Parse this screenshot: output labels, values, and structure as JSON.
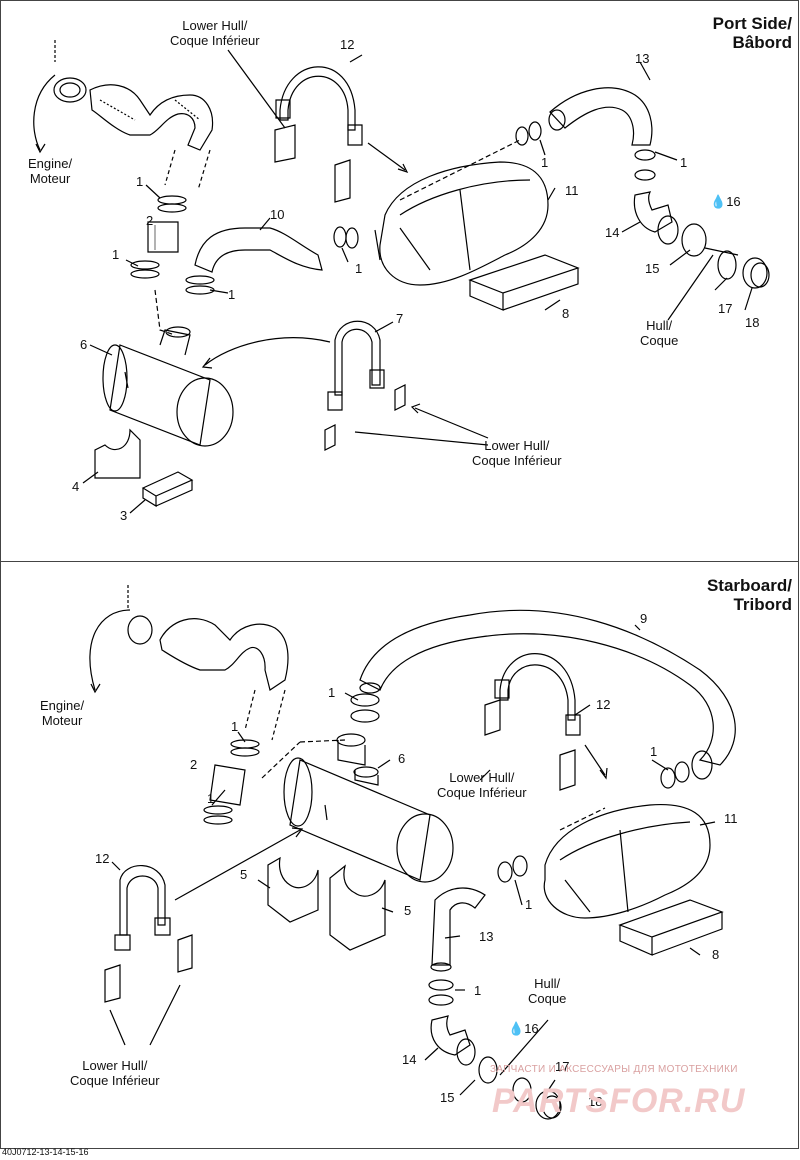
{
  "top_panel": {
    "heading_line1": "Port Side/",
    "heading_line2": "Bâbord",
    "labels": {
      "engine_line1": "Engine/",
      "engine_line2": "Moteur",
      "lower_hull_a_line1": "Lower Hull/",
      "lower_hull_a_line2": "Coque Inférieur",
      "lower_hull_b_line1": "Lower Hull/",
      "lower_hull_b_line2": "Coque Inférieur",
      "hull_line1": "Hull/",
      "hull_line2": "Coque"
    },
    "callouts": {
      "n12": "12",
      "n13": "13",
      "n1a": "1",
      "n1b": "1",
      "n1c": "1",
      "n1d": "1",
      "n1e": "1",
      "n16": "16",
      "n11": "11",
      "n10": "10",
      "n2": "2",
      "n14": "14",
      "n15": "15",
      "n17": "17",
      "n18": "18",
      "n8": "8",
      "n7": "7",
      "n6": "6",
      "n4": "4",
      "n3": "3"
    }
  },
  "bottom_panel": {
    "heading_line1": "Starboard/",
    "heading_line2": "Tribord",
    "labels": {
      "engine_line1": "Engine/",
      "engine_line2": "Moteur",
      "lower_hull_a_line1": "Lower Hull/",
      "lower_hull_a_line2": "Coque Inférieur",
      "lower_hull_b_line1": "Lower Hull/",
      "lower_hull_b_line2": "Coque Inférieur",
      "hull_line1": "Hull/",
      "hull_line2": "Coque"
    },
    "callouts": {
      "n9": "9",
      "n1a": "1",
      "n1b": "1",
      "n1c": "1",
      "n1d": "1",
      "n1e": "1",
      "n1f": "1",
      "n12a": "12",
      "n12b": "12",
      "n2": "2",
      "n6": "6",
      "n11": "11",
      "n5a": "5",
      "n5b": "5",
      "n13": "13",
      "n8": "8",
      "n16": "16",
      "n14": "14",
      "n15": "15",
      "n17": "17",
      "n18": "18"
    }
  },
  "footer": {
    "reference_code": "40J0712-13-14-15-16",
    "watermark_line1": "ЗАПЧАСТИ И АКСЕССУАРЫ ДЛЯ МОТОТЕХНИКИ",
    "watermark_line2": "PARTSFOR.RU"
  },
  "icons": {
    "drop": "drop-icon"
  },
  "colors": {
    "line": "#000000",
    "watermark": "#e8a8a8"
  }
}
